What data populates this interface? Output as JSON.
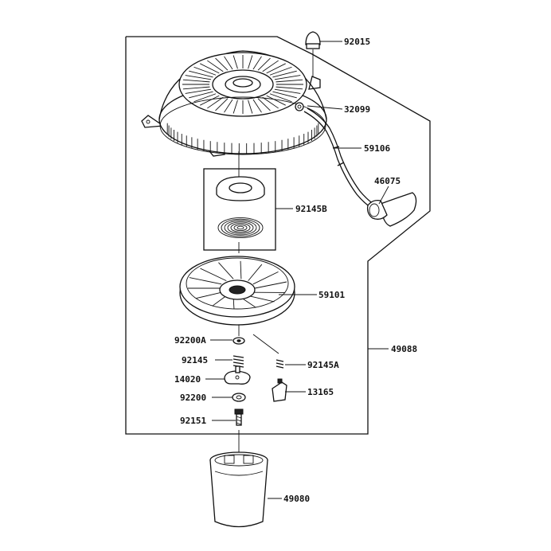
{
  "parts": [
    {
      "id": "cap-nut",
      "number": "92015"
    },
    {
      "id": "starter-case",
      "number": "32099"
    },
    {
      "id": "rope",
      "number": "59106"
    },
    {
      "id": "handle",
      "number": "46075"
    },
    {
      "id": "spring-assy",
      "number": "92145B"
    },
    {
      "id": "pulley",
      "number": "59101"
    },
    {
      "id": "washer-a",
      "number": "92200A"
    },
    {
      "id": "spring",
      "number": "92145"
    },
    {
      "id": "ratchet",
      "number": "14020"
    },
    {
      "id": "washer",
      "number": "92200"
    },
    {
      "id": "bolt",
      "number": "92151"
    },
    {
      "id": "spring-a",
      "number": "92145A"
    },
    {
      "id": "plate",
      "number": "13165"
    },
    {
      "id": "assembly",
      "number": "49088"
    },
    {
      "id": "cup",
      "number": "49080"
    }
  ]
}
